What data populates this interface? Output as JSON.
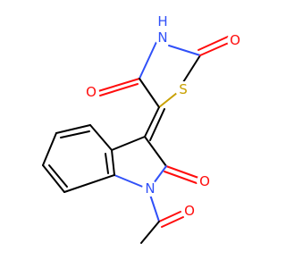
{
  "structure": {
    "atoms": {
      "o_top": {
        "label": "O",
        "color": "#ff0d0d"
      },
      "nh": {
        "label": "N",
        "h_label": "H",
        "color": "#3050f8"
      },
      "o_left": {
        "label": "O",
        "color": "#ff0d0d"
      },
      "s": {
        "label": "S",
        "color": "#c8a000"
      },
      "o_lactam": {
        "label": "O",
        "color": "#ff0d0d"
      },
      "n_indole": {
        "label": "N",
        "color": "#3050f8"
      },
      "o_acetyl": {
        "label": "O",
        "color": "#ff0d0d"
      }
    }
  }
}
